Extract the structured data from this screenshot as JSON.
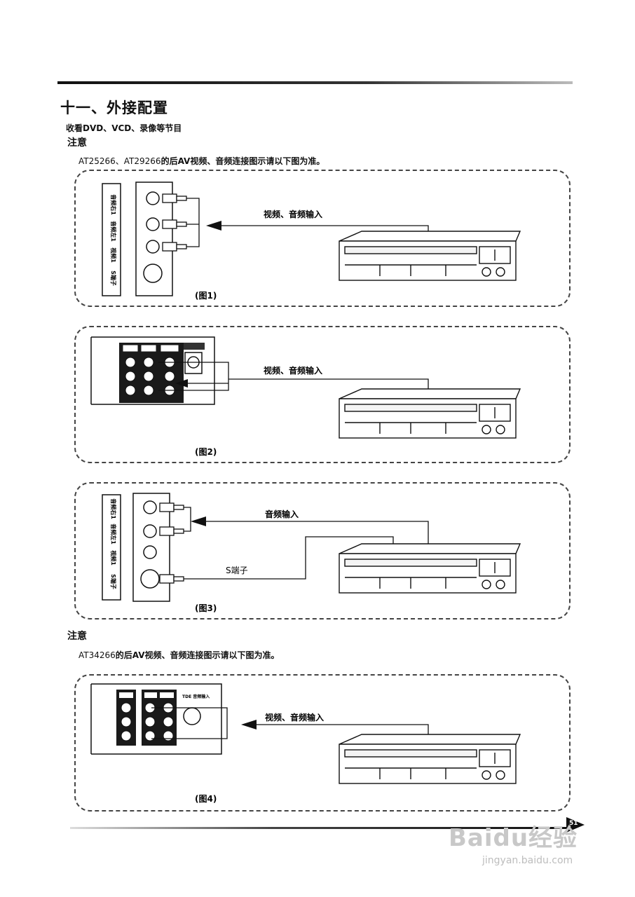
{
  "section_title": "十一、外接配置",
  "subtitle": "收看DVD、VCD、录像等节目",
  "note1_label": "注意",
  "note1_desc_models": "AT25266、AT29266",
  "note1_desc_text": "的后AV视频、音频连接图示请以下图为准。",
  "note2_label": "注意",
  "note2_desc_models": "AT34266",
  "note2_desc_text": "的后AV视频、音频连接图示请以下图为准。",
  "figures": [
    {
      "caption": "(图1)",
      "arrow_label": "视频、音频输入",
      "jack_labels": [
        "音频右1",
        "音频左1",
        "视频1",
        "S端子"
      ]
    },
    {
      "caption": "(图2)",
      "arrow_label": "视频、音频输入"
    },
    {
      "caption": "(图3)",
      "arrow_label": "音频输入",
      "second_label": "S端子",
      "jack_labels": [
        "音频右1",
        "音频左1",
        "视频1",
        "S端子"
      ]
    },
    {
      "caption": "(图4)",
      "arrow_label": "视频、音频输入",
      "small_label": "TDE 音频输入"
    }
  ],
  "watermark": {
    "logo": "Baidu经验",
    "url": "jingyan.baidu.com"
  },
  "page_number": "51"
}
